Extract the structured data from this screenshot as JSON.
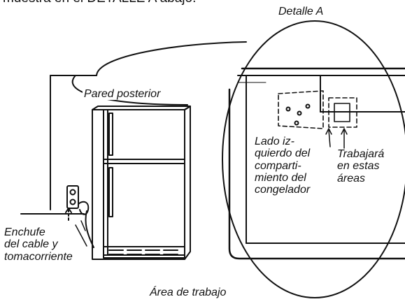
{
  "top_text": "muestra en el DETALLE A abajo.",
  "labels": {
    "detail": "Detalle A",
    "rear_wall": "Pared posterior",
    "left_side": [
      "Lado iz-",
      "quierdo del",
      "comparti-",
      "miento del",
      "congelador"
    ],
    "work_here": [
      "Trabajará",
      "en estas",
      "áreas"
    ],
    "plug": [
      "Enchufe",
      "del cable y",
      "tomacorriente"
    ],
    "work_area": "Área de trabajo"
  },
  "colors": {
    "line": "#111111",
    "background": "#ffffff"
  }
}
